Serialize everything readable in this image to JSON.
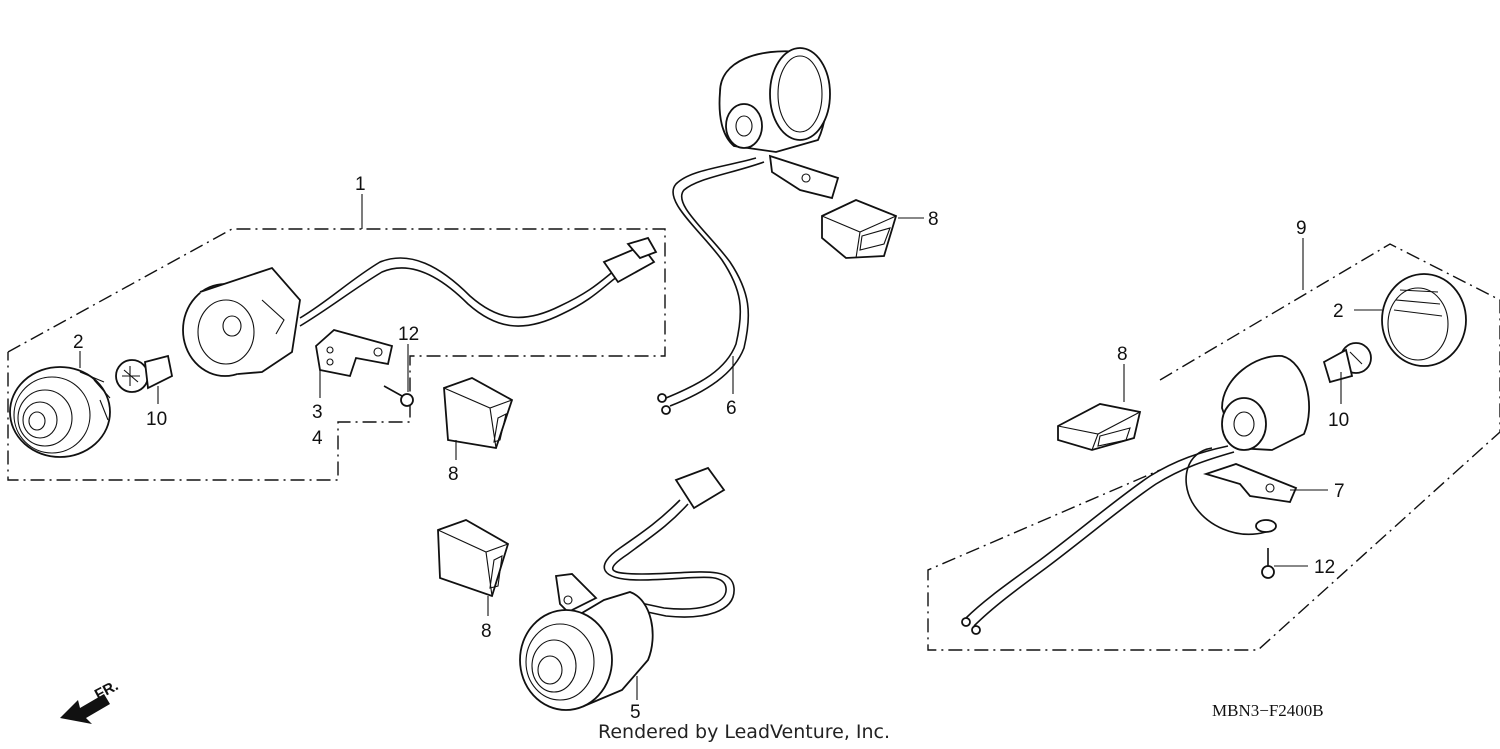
{
  "callouts": {
    "c1": "1",
    "c2a": "2",
    "c3": "3",
    "c4": "4",
    "c12a": "12",
    "c10a": "10",
    "c8a": "8",
    "c6": "6",
    "c8b": "8",
    "c8c": "8",
    "c5": "5",
    "c9": "9",
    "c2b": "2",
    "c8d": "8",
    "c10b": "10",
    "c7": "7",
    "c12b": "12"
  },
  "direction_label": "FR.",
  "diagram_code": "MBN3−F2400B",
  "credit": "Rendered by LeadVenture, Inc."
}
